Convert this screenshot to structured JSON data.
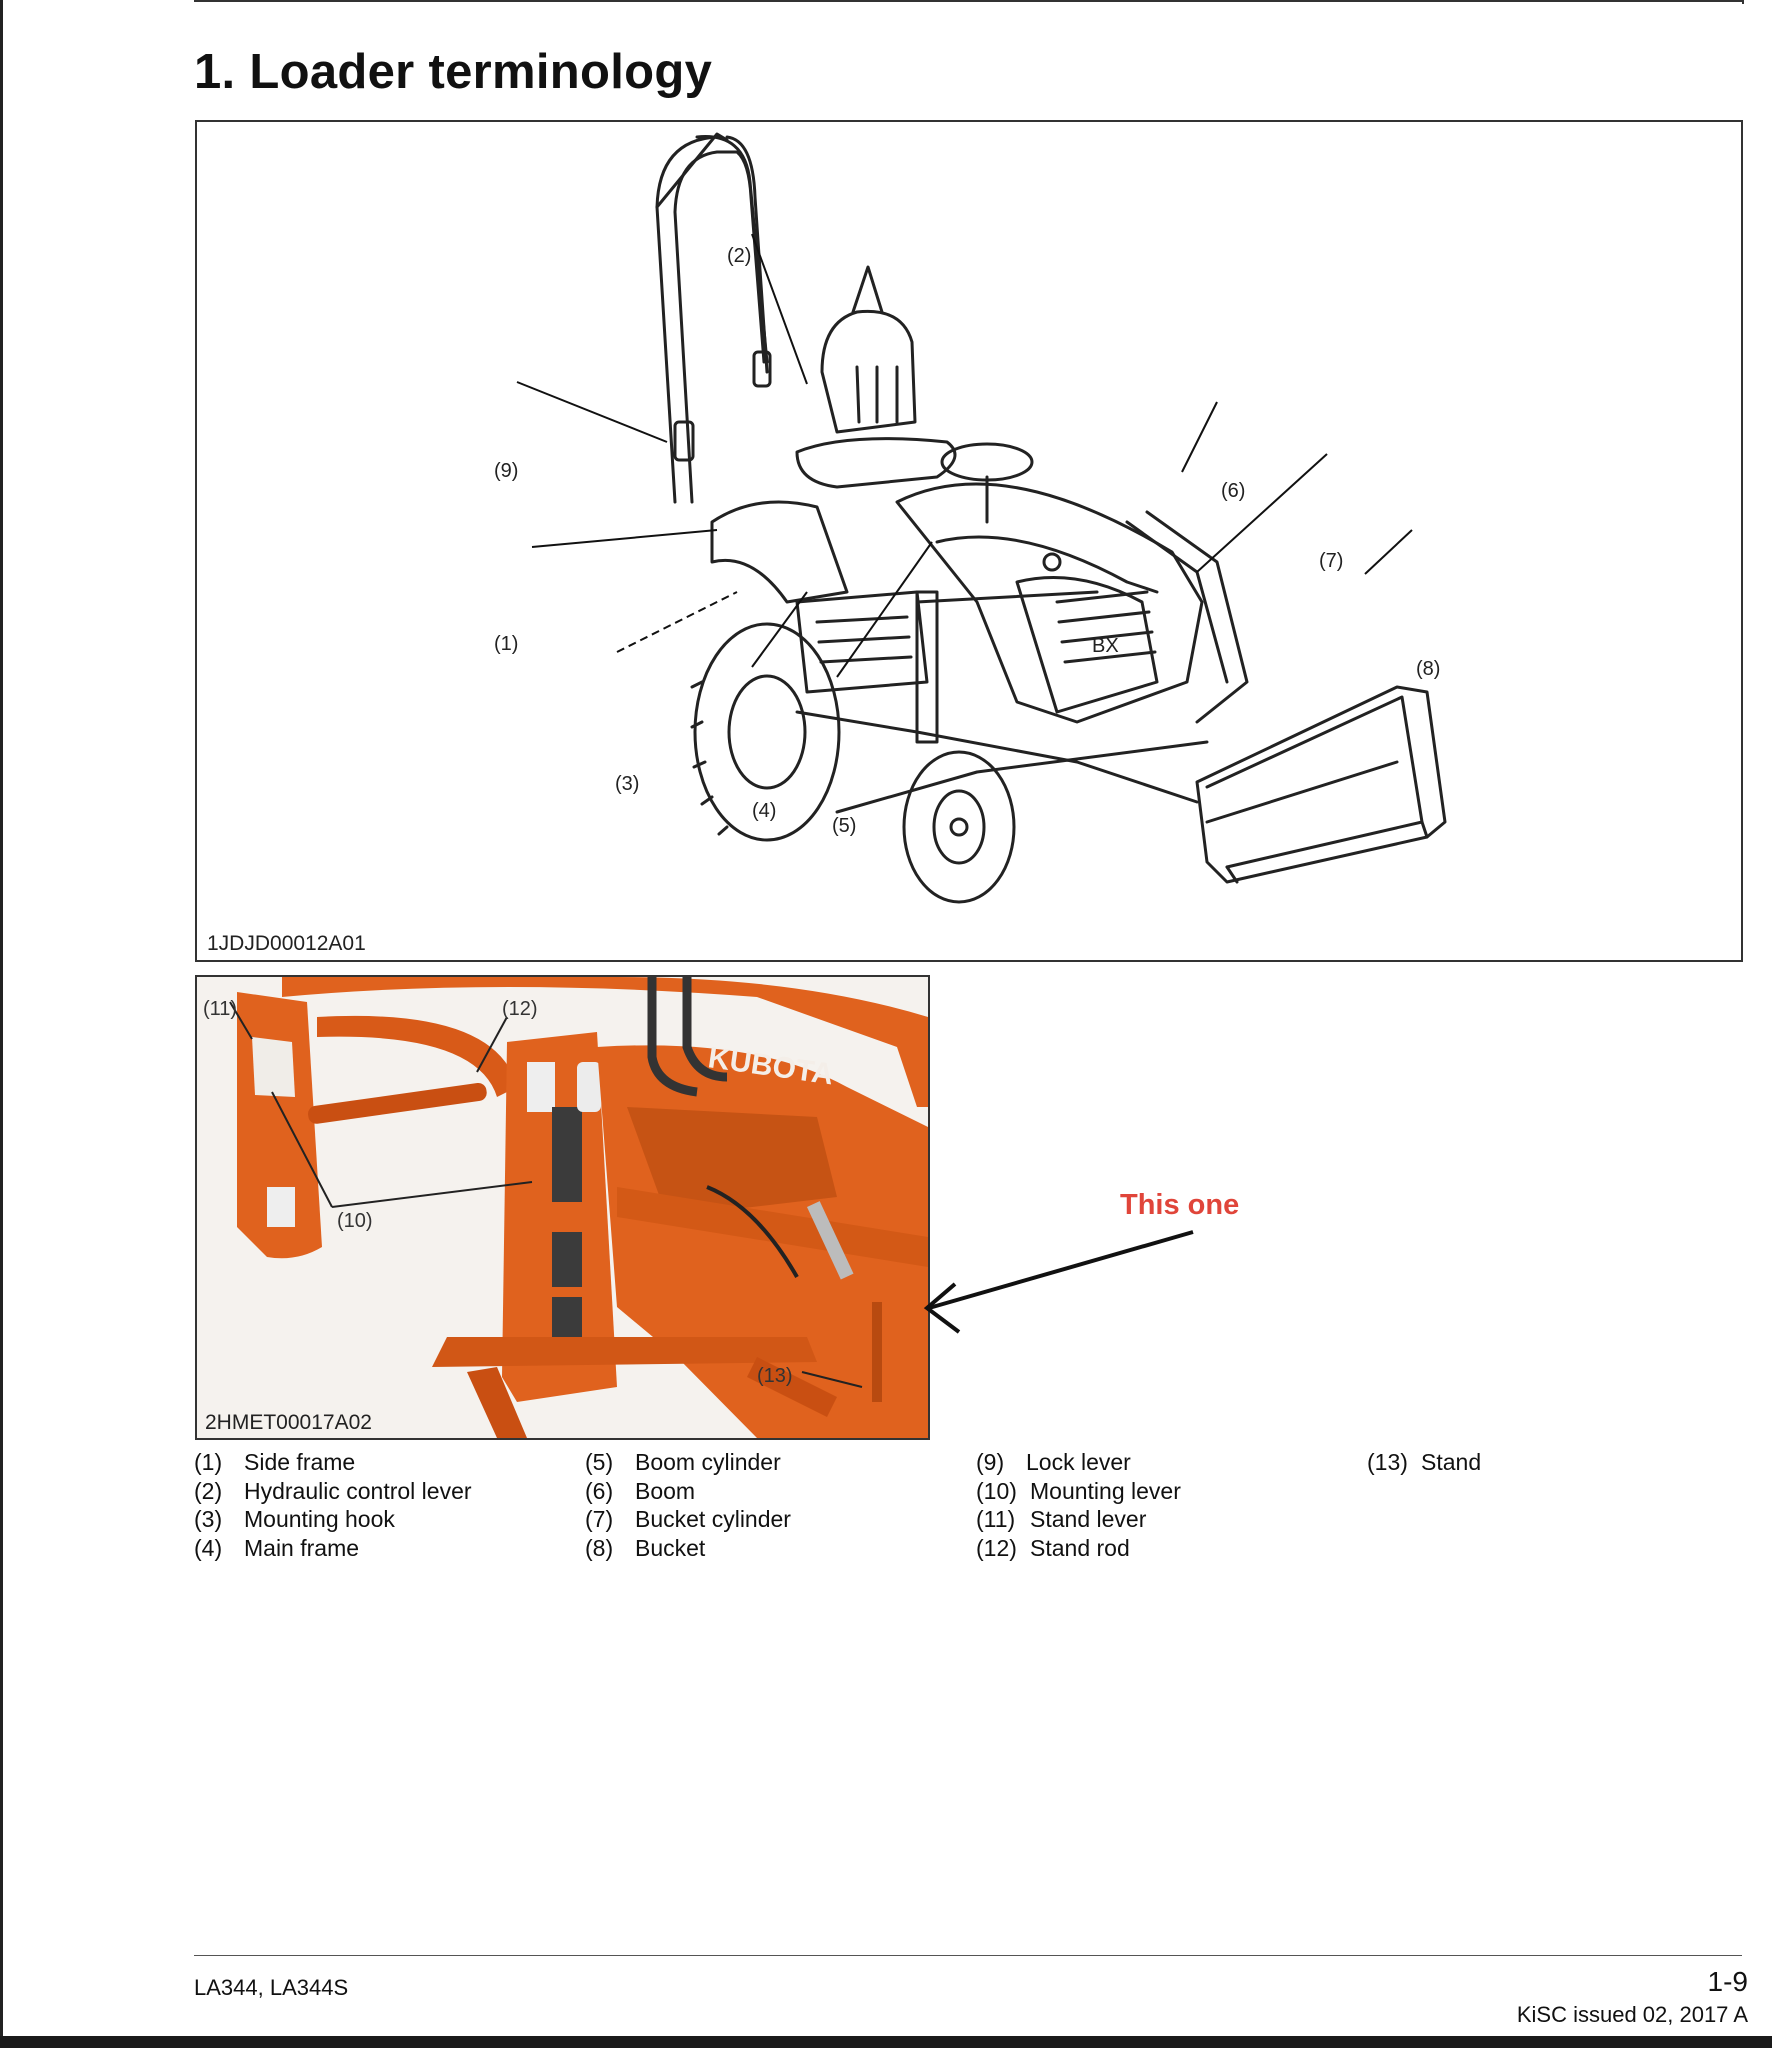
{
  "heading": "1. Loader terminology",
  "figure1": {
    "id": "1JDJD00012A01",
    "callouts": [
      "(1)",
      "(2)",
      "(3)",
      "(4)",
      "(5)",
      "(6)",
      "(7)",
      "(8)",
      "(9)"
    ],
    "bucket_label": "BX"
  },
  "figure2": {
    "id": "2HMET00017A02",
    "callouts": [
      "(10)",
      "(11)",
      "(12)",
      "(13)"
    ],
    "brand": "KUBOTA"
  },
  "annotation": {
    "text": "This one",
    "color": "#e0453a"
  },
  "legend": [
    [
      {
        "num": "(1)",
        "label": "Side frame"
      },
      {
        "num": "(2)",
        "label": "Hydraulic control lever"
      },
      {
        "num": "(3)",
        "label": "Mounting hook"
      },
      {
        "num": "(4)",
        "label": "Main frame"
      }
    ],
    [
      {
        "num": "(5)",
        "label": "Boom cylinder"
      },
      {
        "num": "(6)",
        "label": "Boom"
      },
      {
        "num": "(7)",
        "label": "Bucket cylinder"
      },
      {
        "num": "(8)",
        "label": "Bucket"
      }
    ],
    [
      {
        "num": "(9)",
        "label": "Lock lever"
      },
      {
        "num": "(10)",
        "label": "Mounting lever"
      },
      {
        "num": "(11)",
        "label": "Stand lever"
      },
      {
        "num": "(12)",
        "label": "Stand rod"
      }
    ],
    [
      {
        "num": "(13)",
        "label": "Stand"
      }
    ]
  ],
  "footer": {
    "model": "LA344, LA344S",
    "page": "1-9",
    "issued": "KiSC issued 02, 2017 A"
  },
  "colors": {
    "loader_orange": "#e0621e",
    "annotation_red": "#e0453a"
  }
}
